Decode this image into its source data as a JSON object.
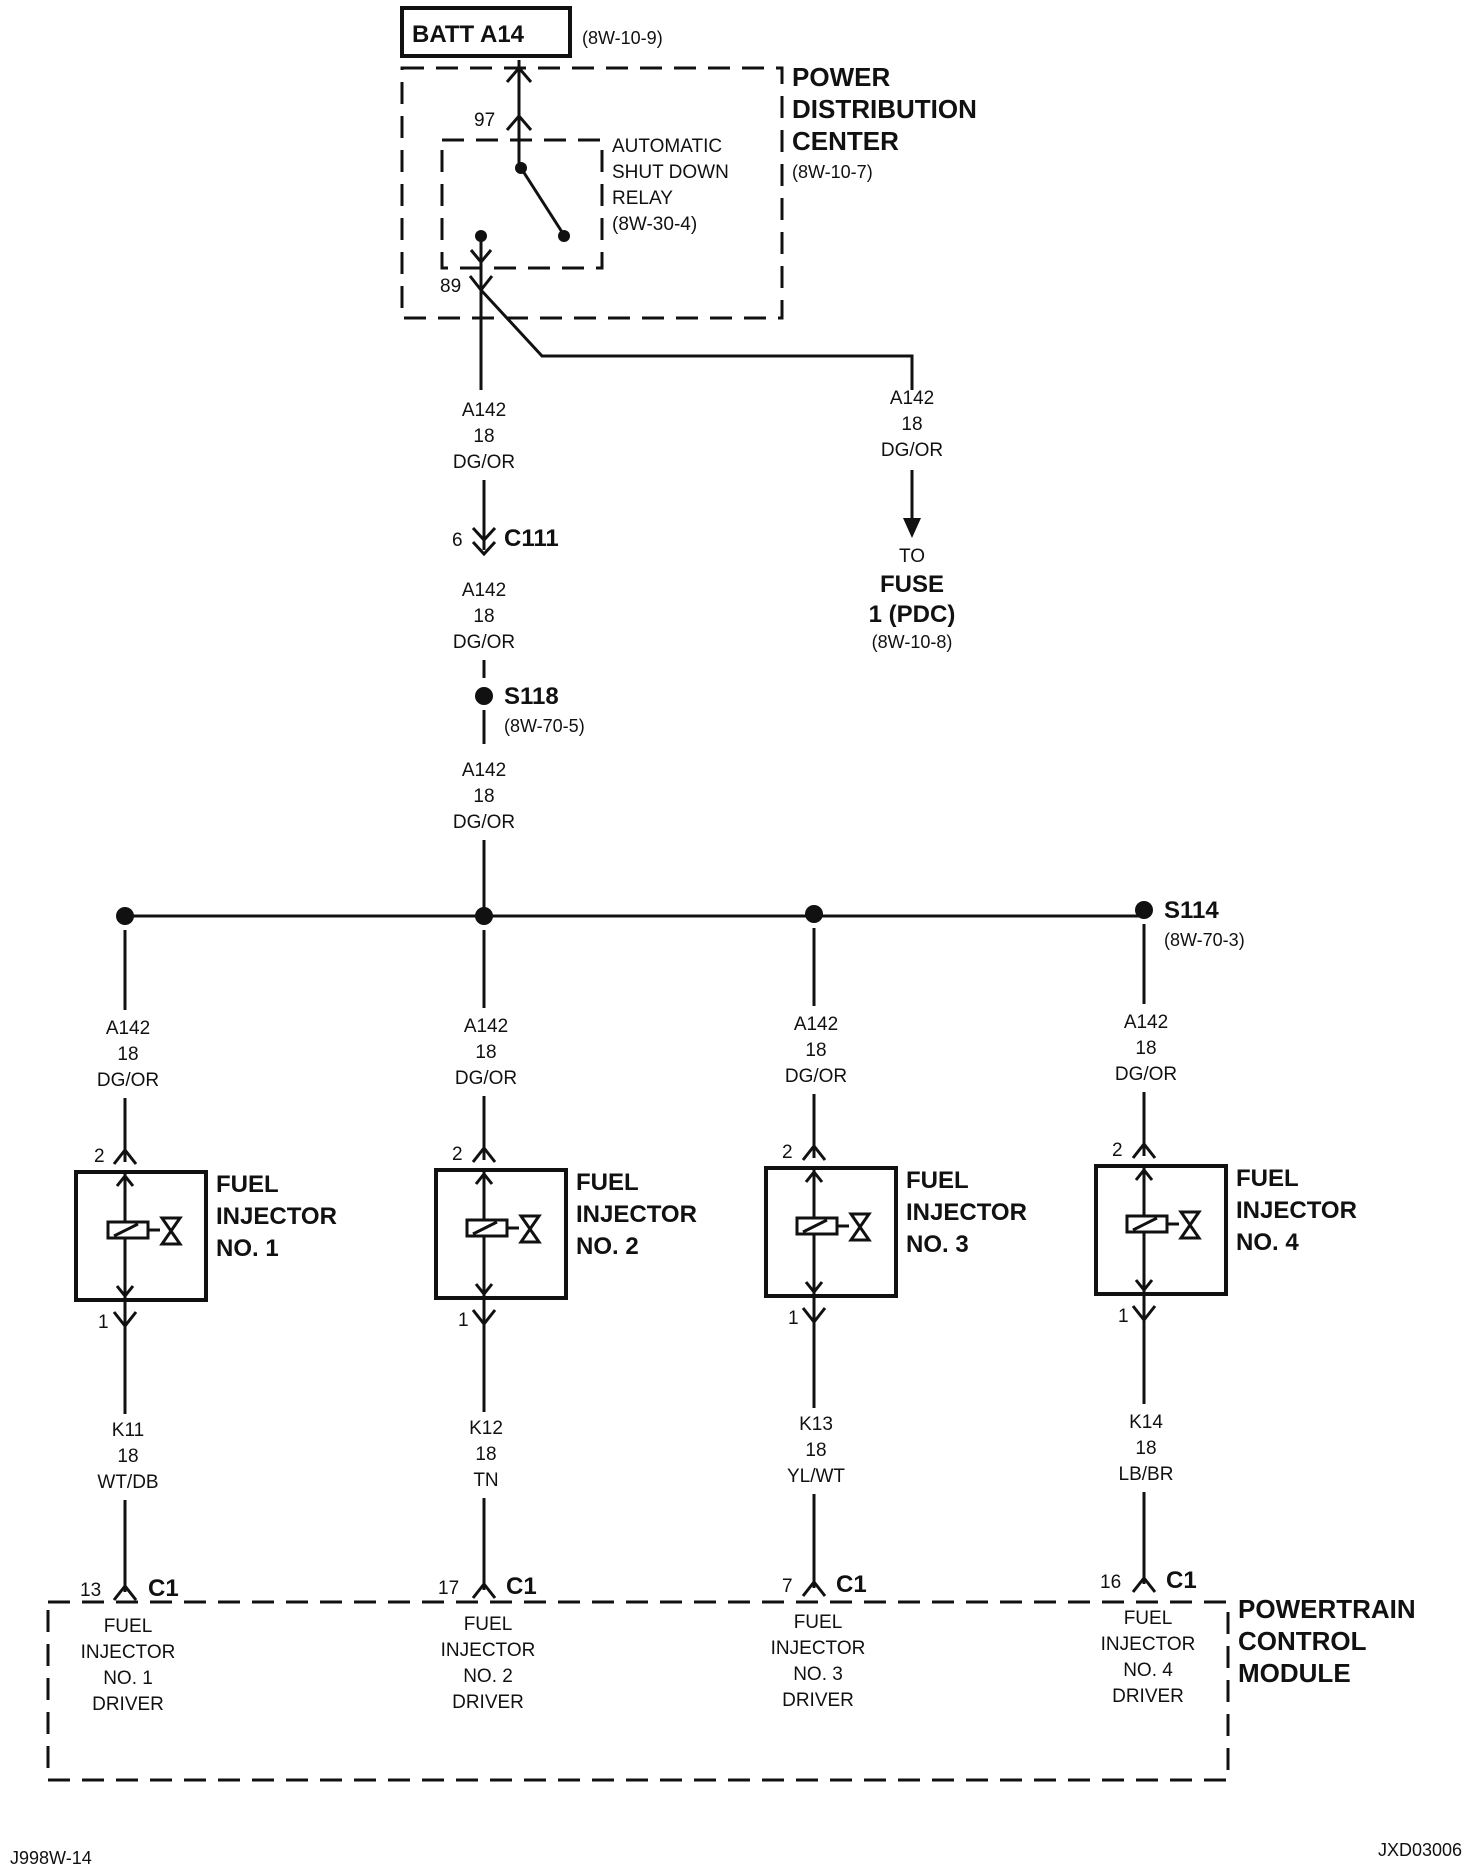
{
  "batt": {
    "label": "BATT A14",
    "ref": "(8W-10-9)"
  },
  "pdc": {
    "line1": "POWER",
    "line2": "DISTRIBUTION",
    "line3": "CENTER",
    "ref": "(8W-10-7)"
  },
  "relay": {
    "line1": "AUTOMATIC",
    "line2": "SHUT DOWN",
    "line3": "RELAY",
    "ref": "(8W-30-4)",
    "pin_in": "97",
    "pin_out": "89"
  },
  "wire_a142": {
    "circuit": "A142",
    "gauge": "18",
    "color": "DG/OR"
  },
  "fuse": {
    "to": "TO",
    "line1": "FUSE",
    "line2": "1 (PDC)",
    "ref": "(8W-10-8)"
  },
  "c111": {
    "pin": "6",
    "label": "C111"
  },
  "s118": {
    "label": "S118",
    "ref": "(8W-70-5)"
  },
  "s114": {
    "label": "S114",
    "ref": "(8W-70-3)"
  },
  "injector_title": {
    "line1": "FUEL",
    "line2": "INJECTOR"
  },
  "injectors": [
    {
      "no": "NO. 1",
      "pin_top": "2",
      "pin_bot": "1",
      "circuit": "K11",
      "gauge": "18",
      "color": "WT/DB",
      "pcm_pin": "13",
      "conn": "C1",
      "d1": "FUEL",
      "d2": "INJECTOR",
      "d3": "NO. 1",
      "d4": "DRIVER"
    },
    {
      "no": "NO. 2",
      "pin_top": "2",
      "pin_bot": "1",
      "circuit": "K12",
      "gauge": "18",
      "color": "TN",
      "pcm_pin": "17",
      "conn": "C1",
      "d1": "FUEL",
      "d2": "INJECTOR",
      "d3": "NO. 2",
      "d4": "DRIVER"
    },
    {
      "no": "NO. 3",
      "pin_top": "2",
      "pin_bot": "1",
      "circuit": "K13",
      "gauge": "18",
      "color": "YL/WT",
      "pcm_pin": "7",
      "conn": "C1",
      "d1": "FUEL",
      "d2": "INJECTOR",
      "d3": "NO. 3",
      "d4": "DRIVER"
    },
    {
      "no": "NO. 4",
      "pin_top": "2",
      "pin_bot": "1",
      "circuit": "K14",
      "gauge": "18",
      "color": "LB/BR",
      "pcm_pin": "16",
      "conn": "C1",
      "d1": "FUEL",
      "d2": "INJECTOR",
      "d3": "NO. 4",
      "d4": "DRIVER"
    }
  ],
  "pcm": {
    "line1": "POWERTRAIN",
    "line2": "CONTROL",
    "line3": "MODULE"
  },
  "footer": {
    "left": "J998W-14",
    "right": "JXD03006"
  }
}
